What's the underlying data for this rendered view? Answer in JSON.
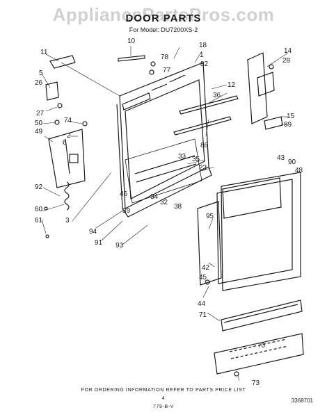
{
  "watermark": "AppliancePartsPros.com",
  "title": "DOOR PARTS",
  "model_line": "For Model: DU7200XS-2",
  "footer_note": "FOR ORDERING INFORMATION REFER TO PARTS PRICE LIST",
  "page_number": "4",
  "revision_code": "779-B-V",
  "document_number": "3368701",
  "labels": [
    "11",
    "10",
    "78",
    "18",
    "1",
    "77",
    "82",
    "5",
    "26",
    "14",
    "28",
    "12",
    "36",
    "27",
    "74",
    "50",
    "2",
    "49",
    "6",
    "15",
    "89",
    "86",
    "35",
    "33",
    "23",
    "43",
    "90",
    "48",
    "92",
    "60",
    "46",
    "34",
    "32",
    "38",
    "61",
    "3",
    "39",
    "95",
    "94",
    "91",
    "93",
    "42",
    "45",
    "44",
    "71",
    "70",
    "73"
  ]
}
